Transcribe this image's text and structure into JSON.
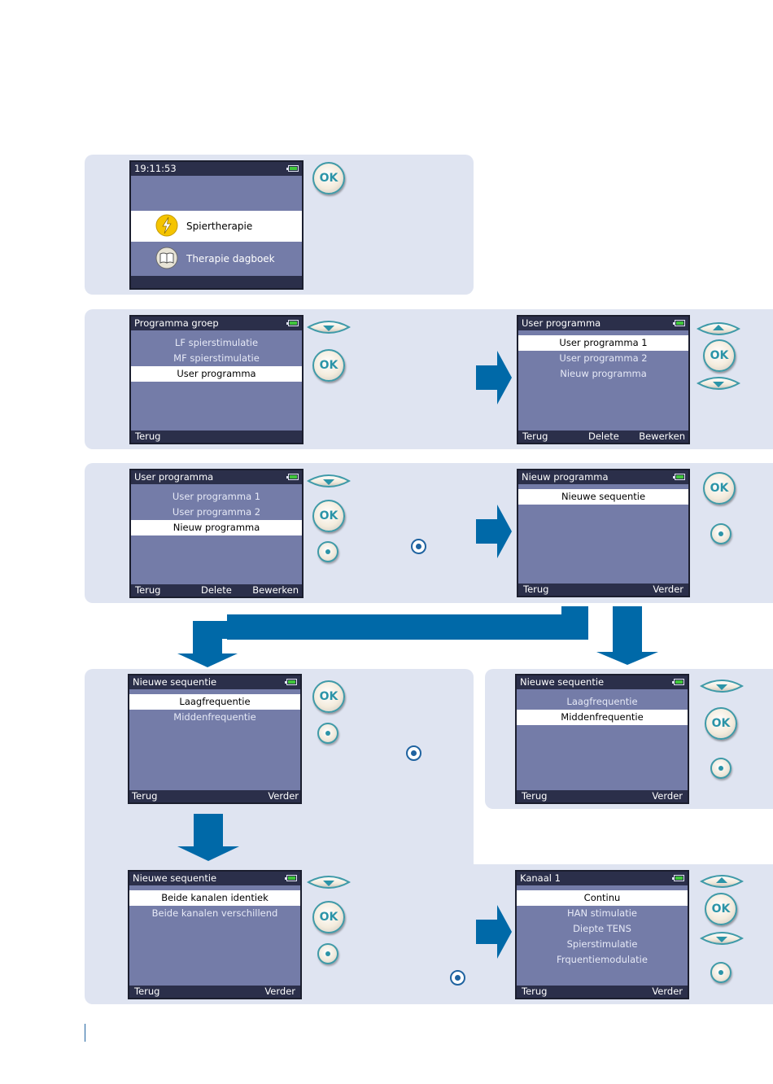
{
  "colors": {
    "panel": "#dfe4f1",
    "screen": "#747ca8",
    "bar": "#2b2f4a",
    "arrow": "#0069a8",
    "button_accent": "#2b94a8",
    "battery": "#41c63c"
  },
  "buttons": {
    "ok_label": "OK"
  },
  "icons": {
    "up_button": "arrow-up-icon",
    "down_button": "arrow-down-icon",
    "dot_button": "dot-button-icon",
    "flow_arrow": "flow-arrow-icon"
  },
  "s1": {
    "time": "19:11:53",
    "item1": "Spiertherapie",
    "item2": "Therapie dagboek"
  },
  "s2": {
    "title": "Programma groep",
    "items": [
      "LF spierstimulatie",
      "MF spierstimulatie",
      "User programma"
    ],
    "foot_left": "Terug"
  },
  "s3": {
    "title": "User programma",
    "items": [
      "User programma  1",
      "User programma  2",
      "Nieuw programma"
    ],
    "foot_left": "Terug",
    "foot_mid": "Delete",
    "foot_right": "Bewerken"
  },
  "s4": {
    "title": "User programma",
    "items": [
      "User programma  1",
      "User programma  2",
      "Nieuw programma"
    ],
    "foot_left": "Terug",
    "foot_mid": "Delete",
    "foot_right": "Bewerken"
  },
  "s5": {
    "title": "Nieuw programma",
    "items": [
      "Nieuwe sequentie"
    ],
    "foot_left": "Terug",
    "foot_right": "Verder"
  },
  "s6": {
    "title": "Nieuwe sequentie",
    "items": [
      "Laagfrequentie",
      "Middenfrequentie"
    ],
    "foot_left": "Terug",
    "foot_right": "Verder"
  },
  "s7": {
    "title": "Nieuwe sequentie",
    "items": [
      "Laagfrequentie",
      "Middenfrequentie"
    ],
    "foot_left": "Terug",
    "foot_right": "Verder"
  },
  "s8": {
    "title": "Nieuwe sequentie",
    "items": [
      "Beide kanalen identiek",
      "Beide kanalen verschillend"
    ],
    "foot_left": "Terug",
    "foot_right": "Verder"
  },
  "s9": {
    "title": "Kanaal 1",
    "items": [
      "Continu",
      "HAN stimulatie",
      "Diepte TENS",
      "Spierstimulatie",
      "Frquentiemodulatie"
    ],
    "foot_left": "Terug",
    "foot_right": "Verder"
  }
}
